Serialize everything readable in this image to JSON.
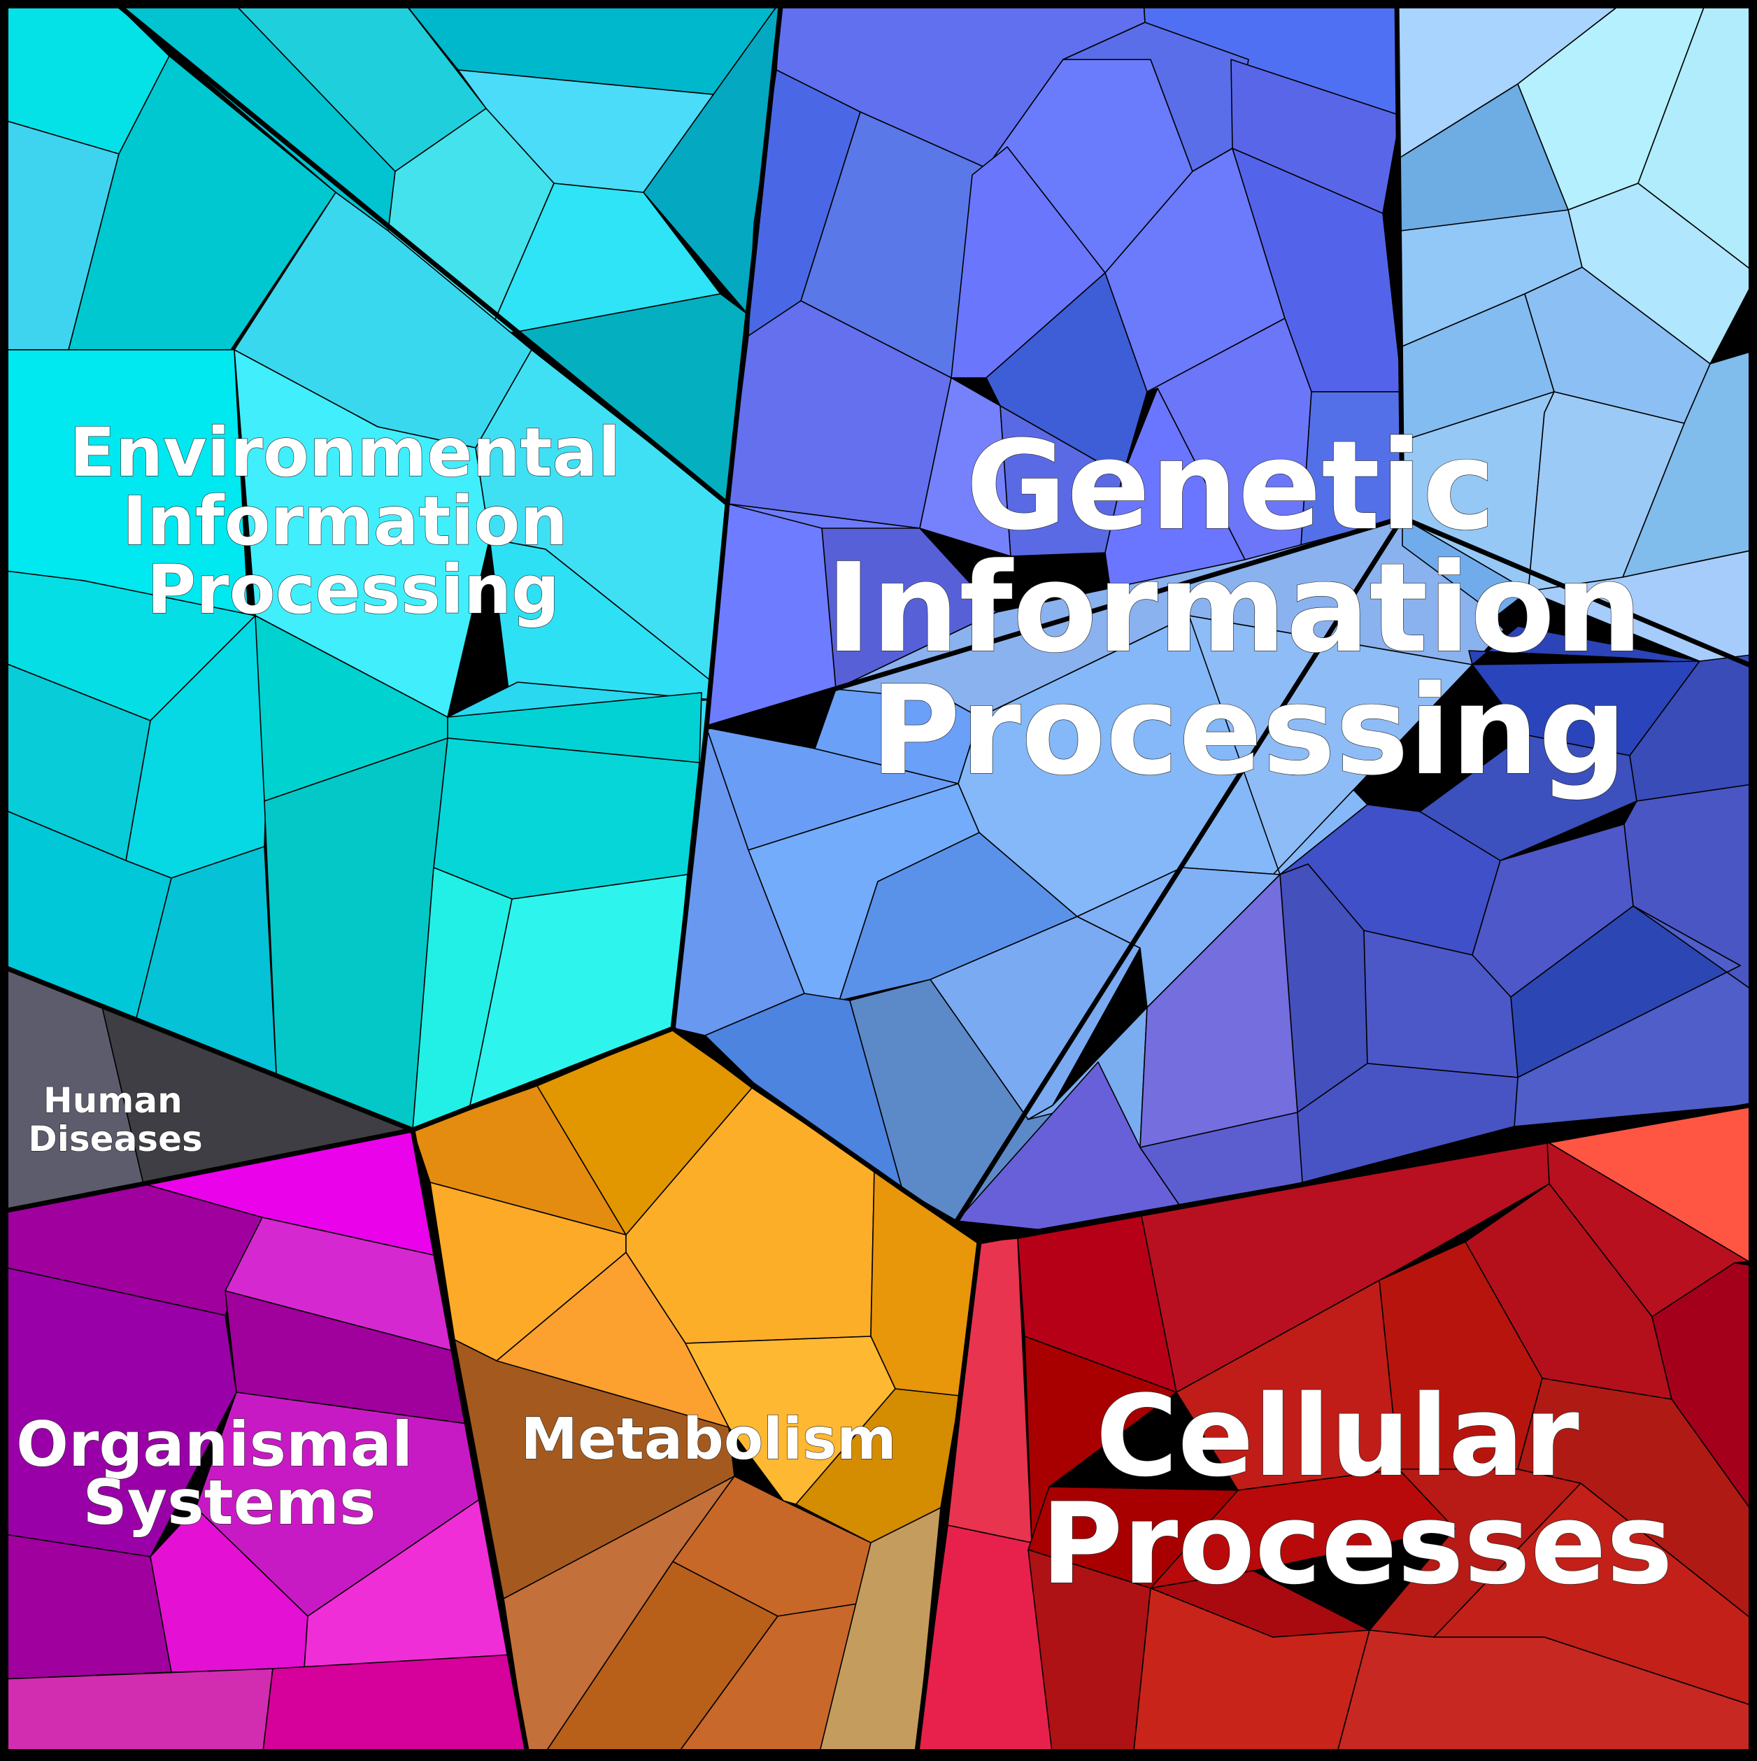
{
  "categories": [
    {
      "id": "environmental",
      "label_lines": [
        "Environmental",
        "Information",
        "Processing"
      ],
      "color": "#2fd6e8"
    },
    {
      "id": "genetic",
      "label_lines": [
        "Genetic",
        "Information",
        "Processing"
      ],
      "color": "#6a7cf0"
    },
    {
      "id": "human-diseases",
      "label_lines": [
        "Human",
        "Diseases"
      ],
      "color": "#46464e"
    },
    {
      "id": "organismal",
      "label_lines": [
        "Organismal",
        "Systems"
      ],
      "color": "#c21cc8"
    },
    {
      "id": "metabolism",
      "label_lines": [
        "Metabolism"
      ],
      "color": "#e8a020"
    },
    {
      "id": "cellular",
      "label_lines": [
        "Cellular",
        "Processes"
      ],
      "color": "#c82020"
    }
  ]
}
